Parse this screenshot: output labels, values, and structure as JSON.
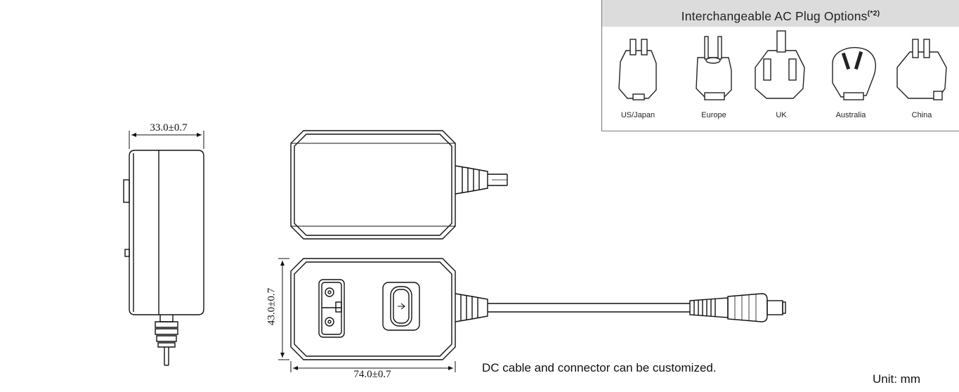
{
  "plug_options": {
    "title": "Interchangeable AC Plug Options",
    "title_note": "(*2)",
    "plugs": [
      {
        "label": "US/Japan"
      },
      {
        "label": "Europe"
      },
      {
        "label": "UK"
      },
      {
        "label": "Australia"
      },
      {
        "label": "China"
      }
    ]
  },
  "dimensions": {
    "side_width": "33.0±0.7",
    "height": "43.0±0.7",
    "length": "74.0±0.7"
  },
  "notes": {
    "customization": "DC cable and connector can be customized.",
    "unit": "Unit: mm"
  }
}
